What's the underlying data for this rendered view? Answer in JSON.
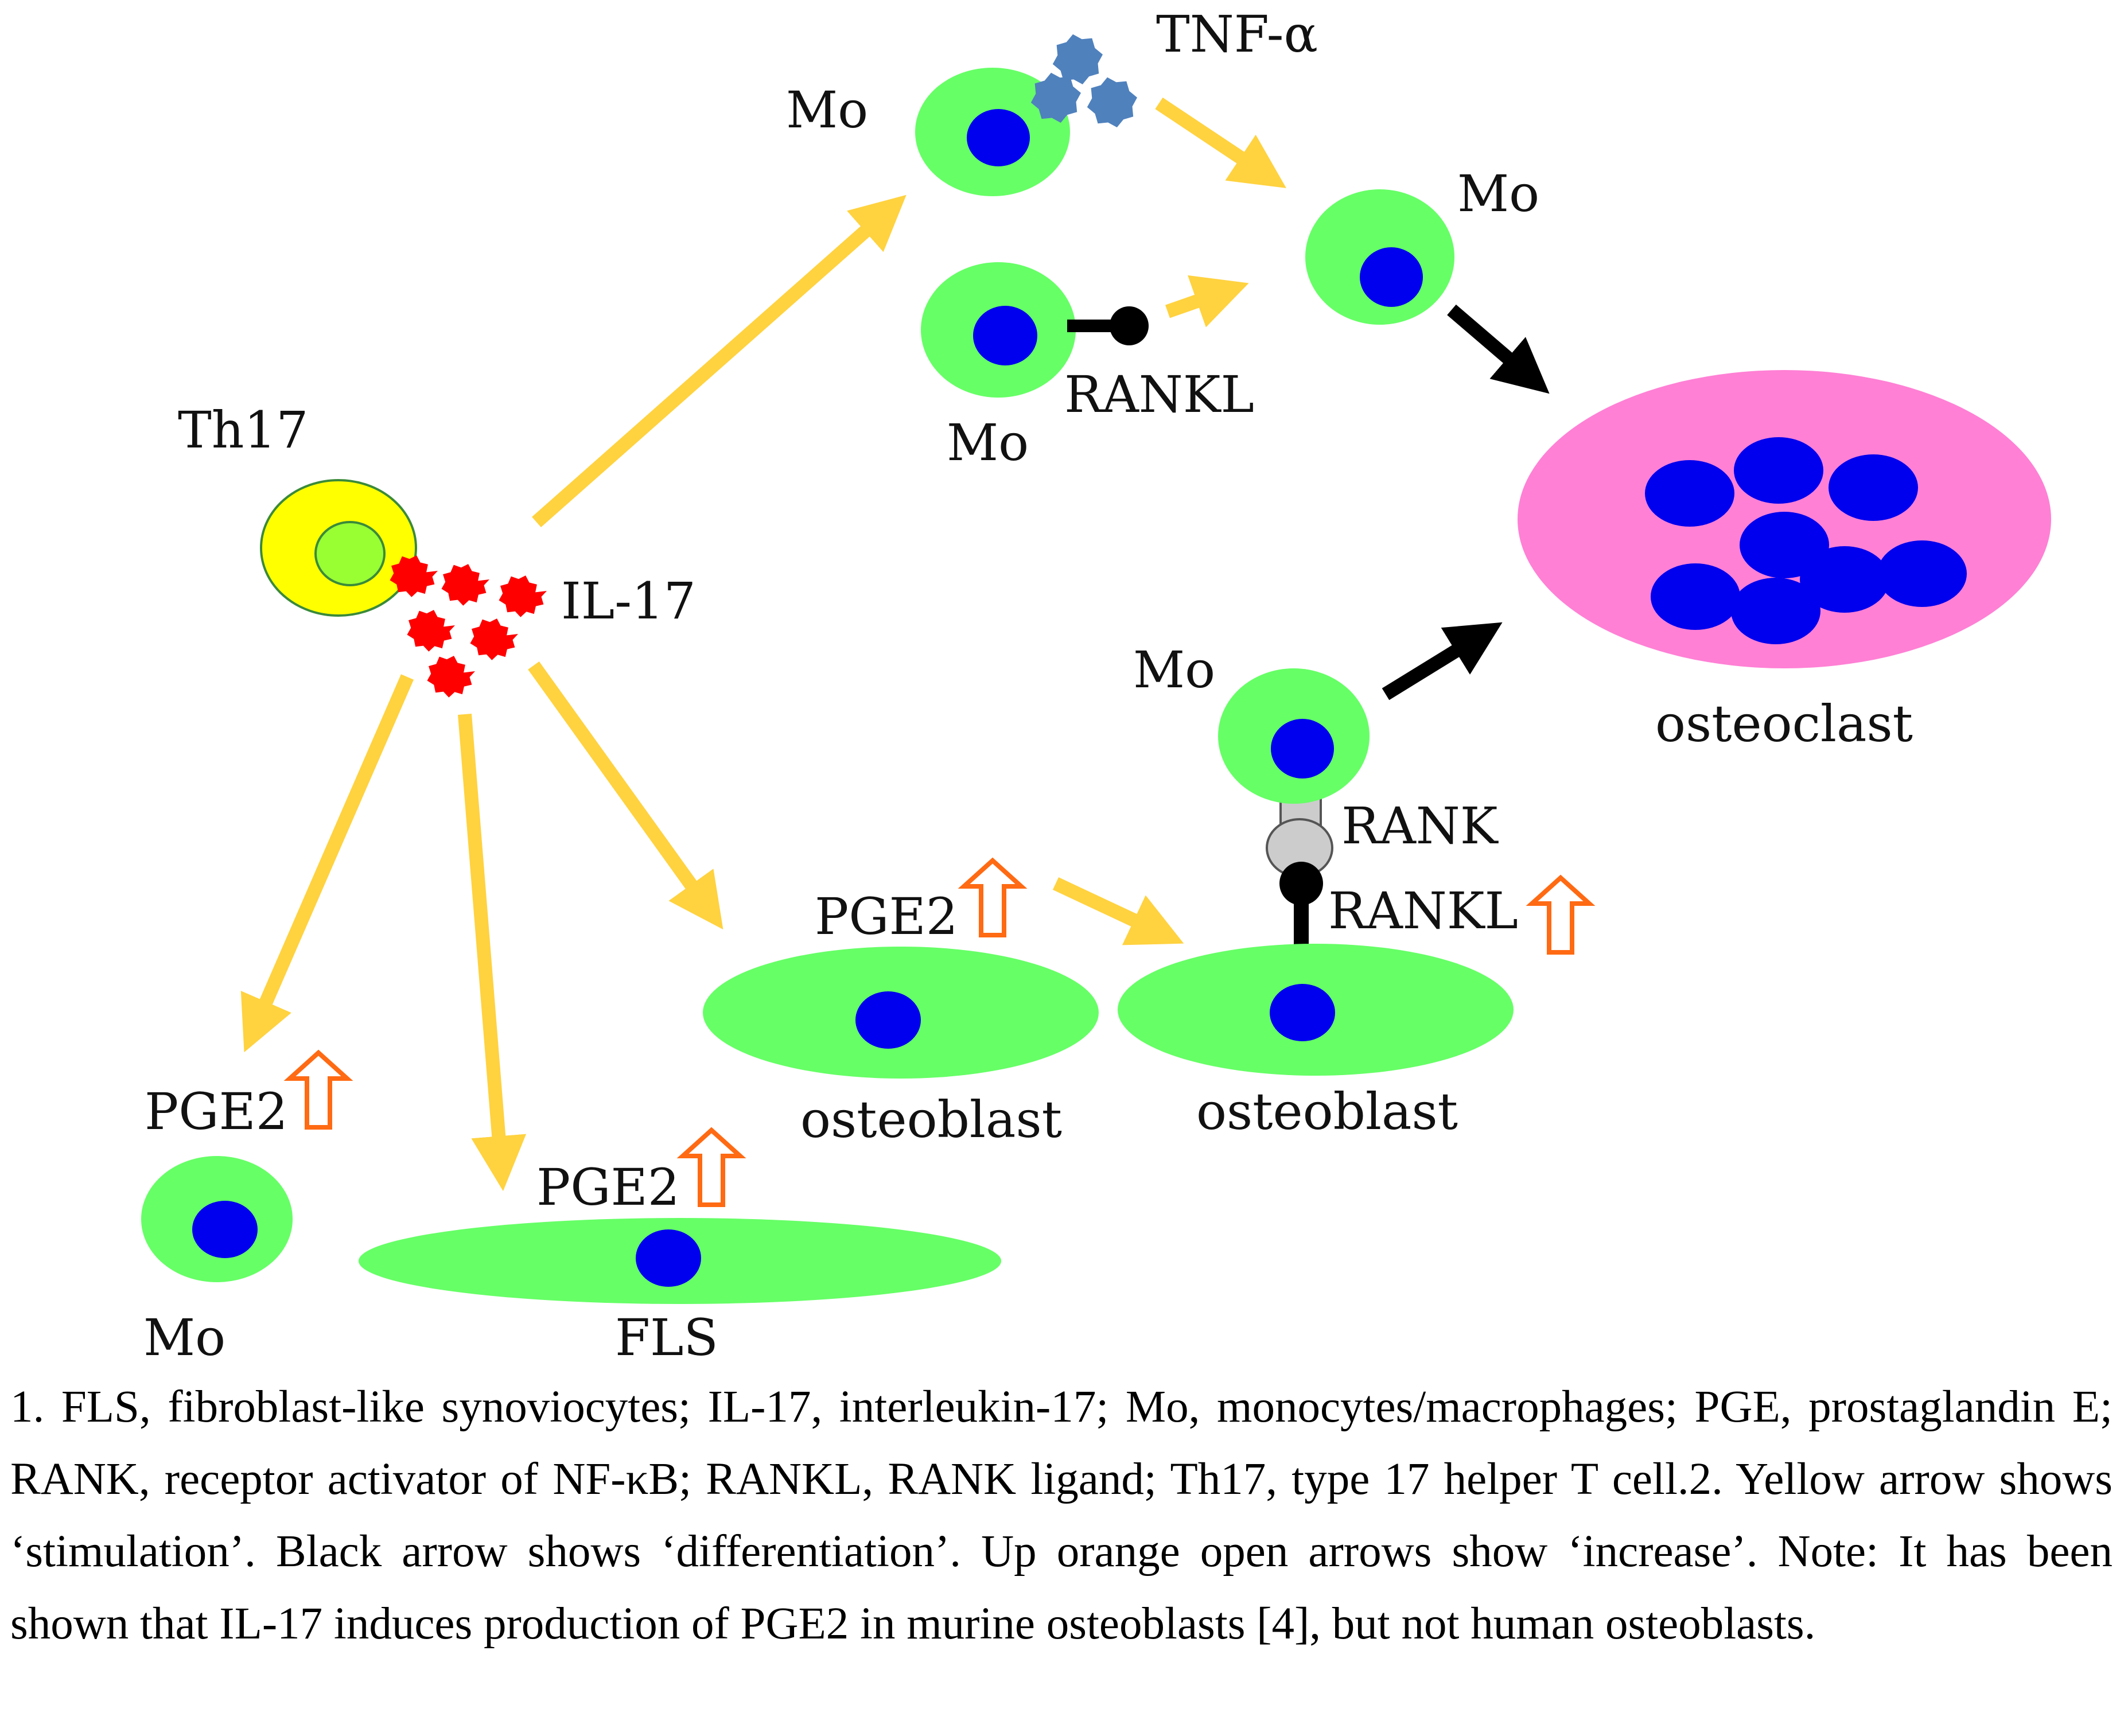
{
  "colors": {
    "cell": "#66ff66",
    "nucleus": "#0000ee",
    "th17_body": "#ffff00",
    "th17_nucleus": "#99ff33",
    "il17": "#ff0000",
    "tnf": "#4f81bd",
    "osteoclast": "#ff80d5",
    "stim_arrow": "#ffd23f",
    "diff_arrow": "#000000",
    "increase_arrow": "#ff6a13",
    "rank": "#cccccc"
  },
  "labels": {
    "th17": "Th17",
    "il17": "IL-17",
    "tnf": "TNF-α",
    "mo_top": "Mo",
    "mo_right": "Mo",
    "mo_rankl": "Mo",
    "rankl_top": "RANKL",
    "osteoclast": "osteoclast",
    "mo_mid": "Mo",
    "rank": "RANK",
    "rankl_mid": "RANKL",
    "pge2_ob1": "PGE2",
    "pge2_mo": "PGE2",
    "pge2_fls": "PGE2",
    "osteoblast1": "osteoblast",
    "osteoblast2": "osteoblast",
    "mo_bottom": "Mo",
    "fls": "FLS"
  },
  "caption": "1. FLS, fibroblast-like synoviocytes; IL-17, interleukin-17; Mo, monocytes/macrophages; PGE, prostaglandin E; RANK, receptor activator of NF-κB; RANKL, RANK ligand; Th17, type 17 helper T cell.2. Yellow arrow shows ‘stimulation’. Black arrow shows ‘differentiation’. Up orange open arrows show ‘increase’. Note: It has been shown that IL-17 induces production of PGE2 in murine osteoblasts [4], but not human osteoblasts."
}
